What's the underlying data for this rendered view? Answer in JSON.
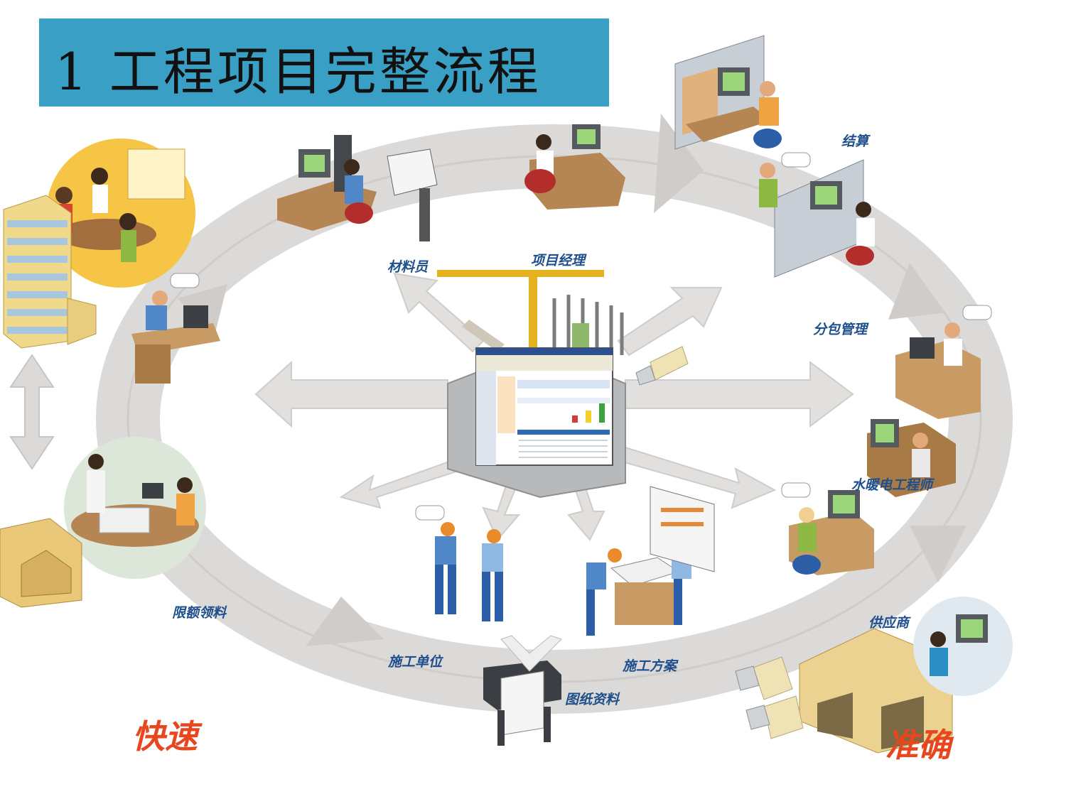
{
  "title": "1 工程项目完整流程",
  "labels": {
    "settlement": "结算",
    "project_manager": "项目经理",
    "material_clerk": "材料员",
    "subcontract_mgmt": "分包管理",
    "mep_engineer": "水暖电工程师",
    "supplier": "供应商",
    "construction_plan": "施工方案",
    "drawings": "图纸资料",
    "construction_unit": "施工单位",
    "quota_material": "限额领料"
  },
  "slogans": {
    "fast": "快速",
    "accurate": "准确"
  },
  "colors": {
    "title_bg": "#3a9fc4",
    "label": "#1e4f8c",
    "slogan": "#e8461e",
    "ring": "#dcdad8"
  }
}
